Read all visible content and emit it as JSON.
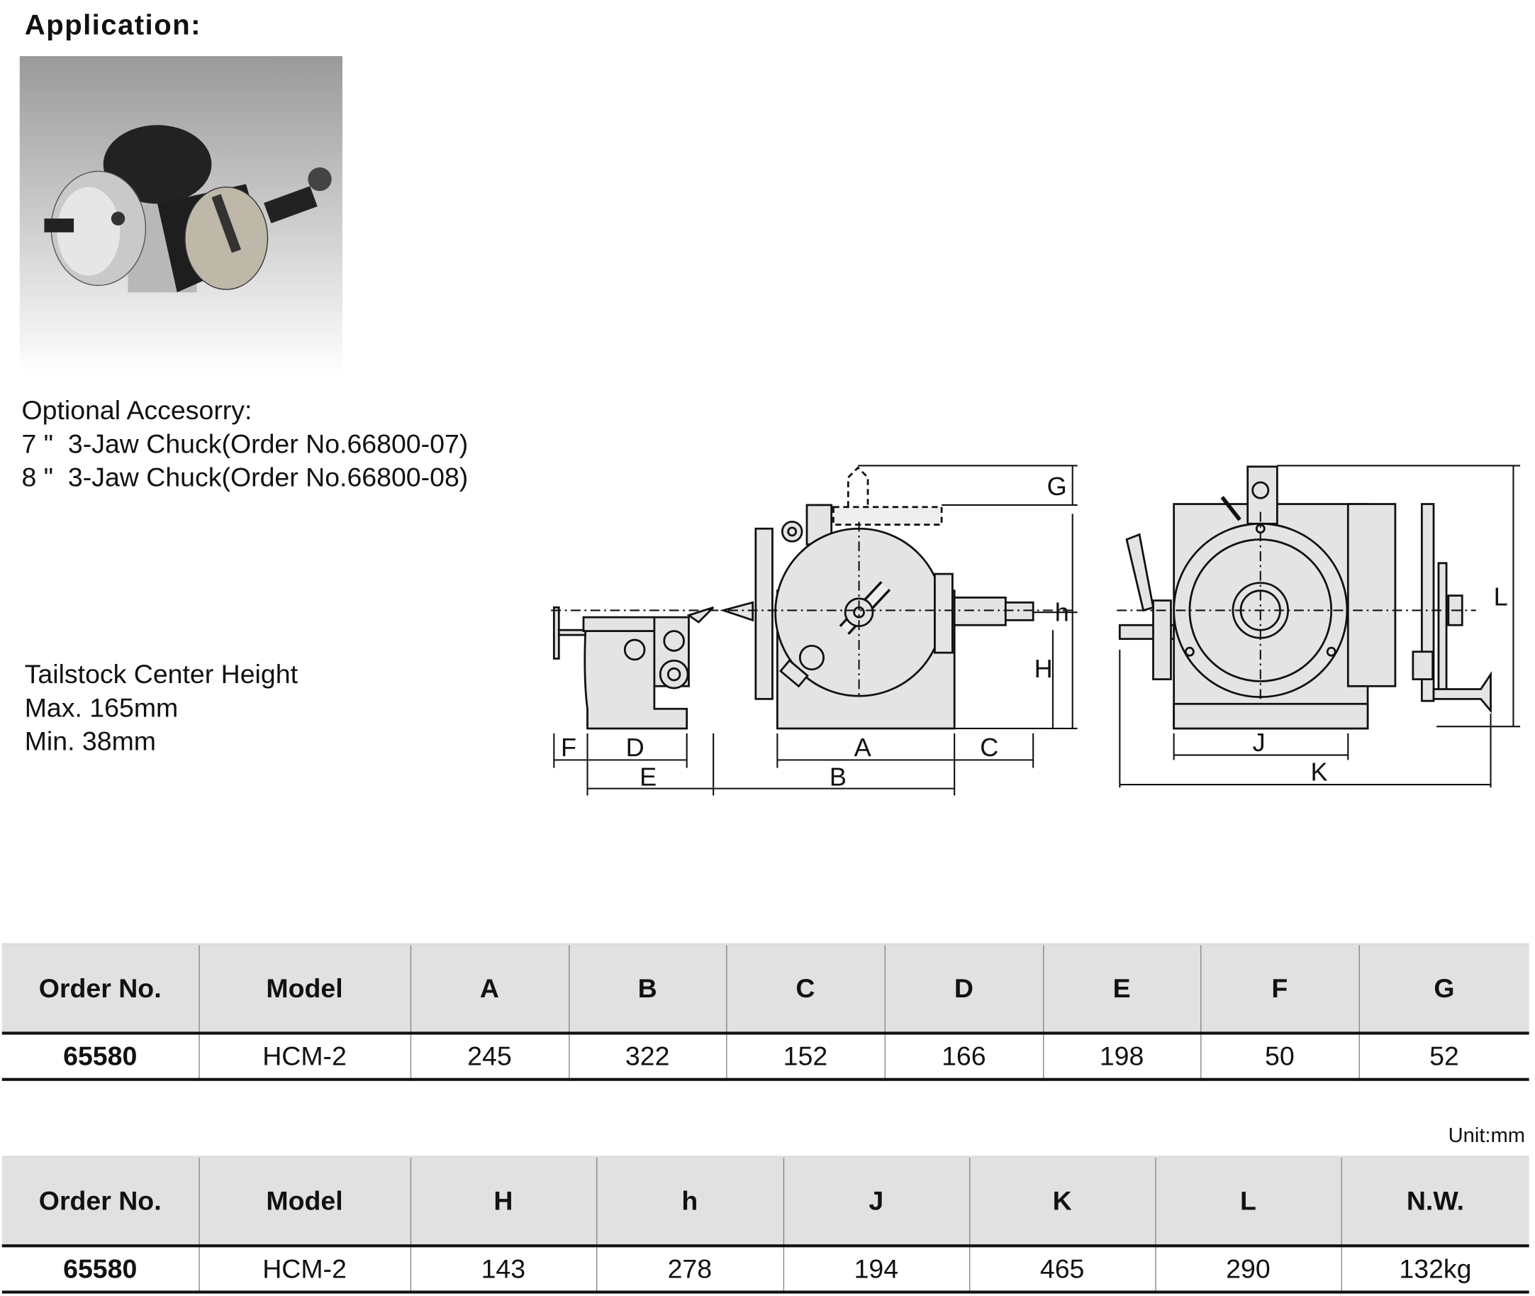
{
  "heading": "Application:",
  "accessory": {
    "title": "Optional Accesorry:",
    "items": [
      "7 \"  3-Jaw Chuck(Order No.66800-07)",
      "8 \"  3-Jaw Chuck(Order No.66800-08)"
    ]
  },
  "tailstock": {
    "title": "Tailstock Center Height",
    "max": "Max. 165mm",
    "min": "Min. 38mm"
  },
  "diagram_labels": {
    "A": "A",
    "B": "B",
    "C": "C",
    "D": "D",
    "E": "E",
    "F": "F",
    "G": "G",
    "h": "h",
    "H": "H",
    "J": "J",
    "K": "K",
    "L": "L"
  },
  "unit": "Unit:mm",
  "table1": {
    "headers": [
      "Order No.",
      "Model",
      "A",
      "B",
      "C",
      "D",
      "E",
      "F",
      "G"
    ],
    "row": [
      "65580",
      "HCM-2",
      "245",
      "322",
      "152",
      "166",
      "198",
      "50",
      "52"
    ]
  },
  "table2": {
    "headers": [
      "Order No.",
      "Model",
      "H",
      "h",
      "J",
      "K",
      "L",
      "N.W."
    ],
    "row": [
      "65580",
      "HCM-2",
      "143",
      "278",
      "194",
      "465",
      "290",
      "132kg"
    ]
  }
}
